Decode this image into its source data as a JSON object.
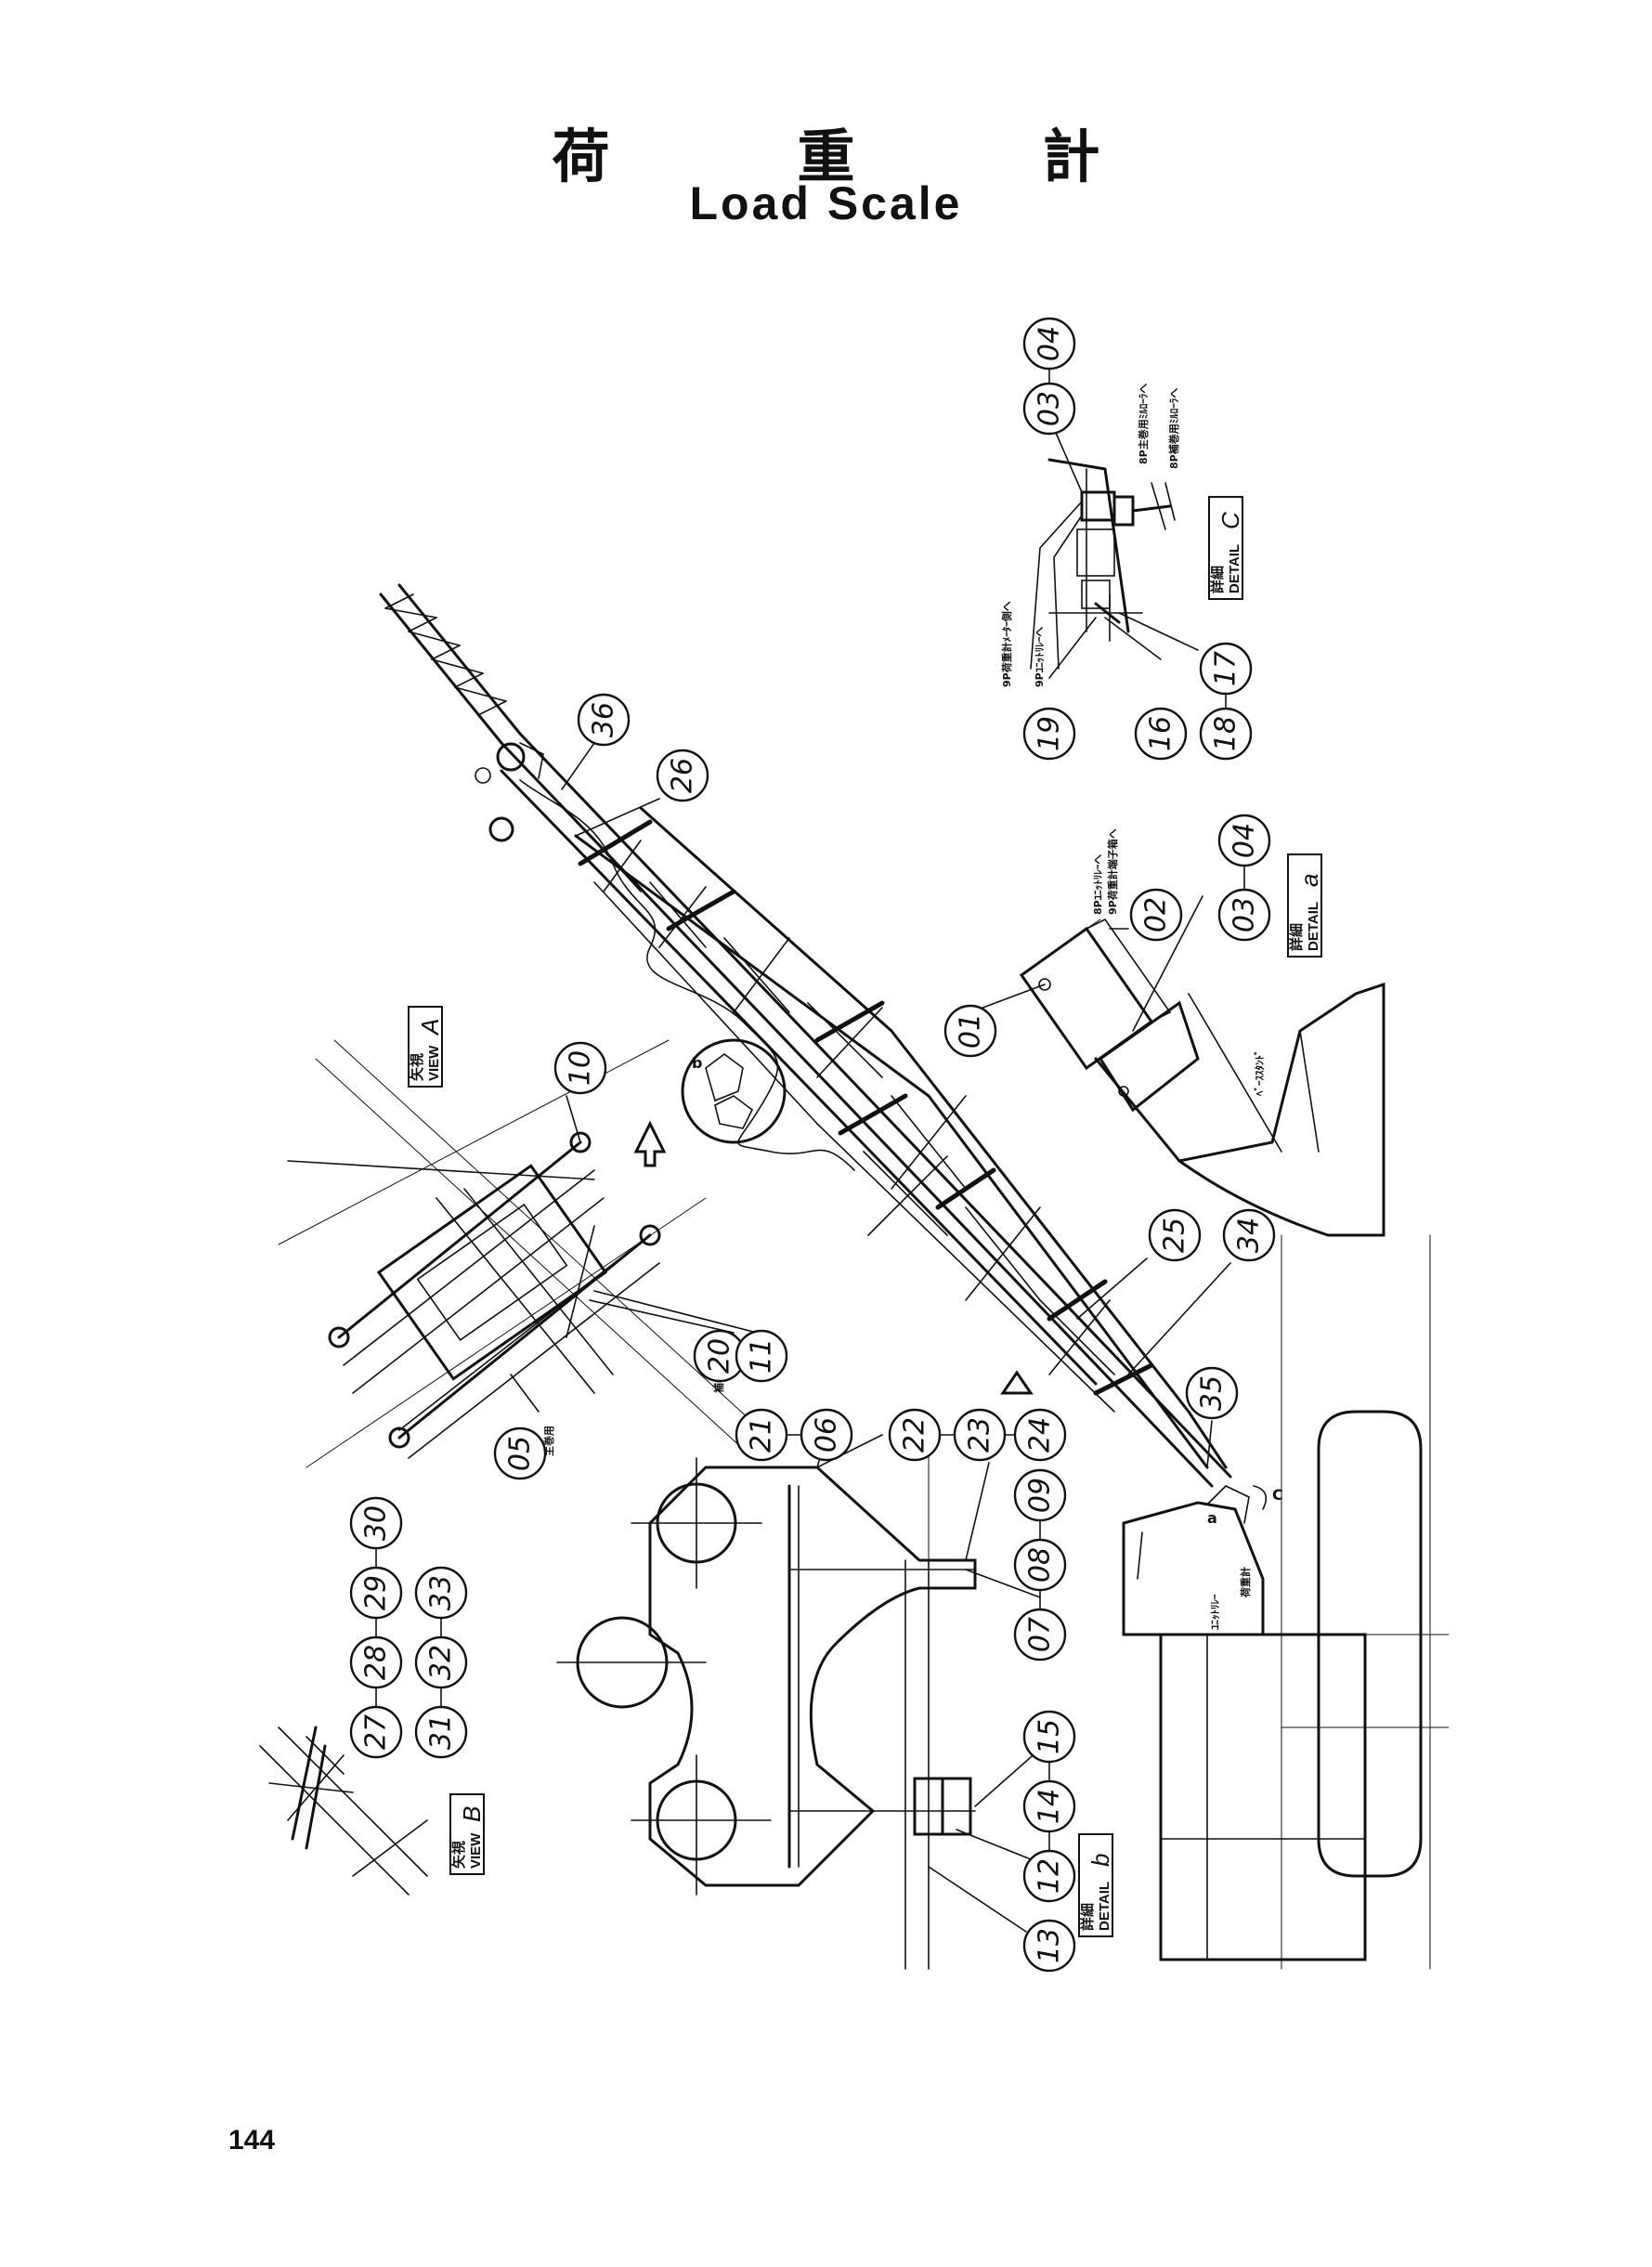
{
  "title_jp": "荷　重　計",
  "title_en": "Load Scale",
  "page_number": "144",
  "view_labels": {
    "view_a": {
      "jp": "矢視",
      "en": "VIEW",
      "letter": "A"
    },
    "view_b": {
      "jp": "矢視",
      "en": "VIEW",
      "letter": "B"
    },
    "detail_a": {
      "jp": "詳細",
      "en": "DETAIL",
      "letter": "a"
    },
    "detail_b": {
      "jp": "詳細",
      "en": "DETAIL",
      "letter": "b"
    },
    "detail_c": {
      "jp": "詳細",
      "en": "DETAIL",
      "letter": "C"
    }
  },
  "notes": {
    "main_use": "主巻用",
    "aux_use": "補巻用",
    "base_stand": "ﾍﾞｰｽｽﾀﾝﾄﾞ",
    "detail_c_note_1": "9Pﾕﾆｯﾄﾘﾚｰへ",
    "detail_c_note_2": "9P荷重計ﾒｰﾀｰ側へ",
    "detail_c_note_3": "8P主巻用ﾐﾙﾛｰﾗへ",
    "detail_c_note_4": "8P補巻用ﾐﾙﾛｰﾗへ",
    "detail_a_note_1": "8Pﾕﾆｯﾄﾘﾚｰへ",
    "detail_a_note_2": "9P荷重計端子箱へ",
    "cab_note_1": "ﾕﾆｯﾄﾘﾚｰ",
    "cab_note_2": "荷重計"
  },
  "callouts": {
    "c01": "01",
    "c02": "02",
    "c03a": "03",
    "c04a": "04",
    "c03c": "03",
    "c04c": "04",
    "c05": "05",
    "c06": "06",
    "c07": "07",
    "c08": "08",
    "c09": "09",
    "c10": "10",
    "c11": "11",
    "c12": "12",
    "c13": "13",
    "c14": "14",
    "c15": "15",
    "c16": "16",
    "c17": "17",
    "c18": "18",
    "c19": "19",
    "c20": "20",
    "c21": "21",
    "c22": "22",
    "c23": "23",
    "c24": "24",
    "c25": "25",
    "c26": "26",
    "c27": "27",
    "c28": "28",
    "c29": "29",
    "c30": "30",
    "c31": "31",
    "c32": "32",
    "c33": "33",
    "c34": "34",
    "c35": "35",
    "c36": "36"
  },
  "marker_letters": {
    "a": "a",
    "b": "b",
    "c": "C",
    "A": "A",
    "B": "B"
  }
}
